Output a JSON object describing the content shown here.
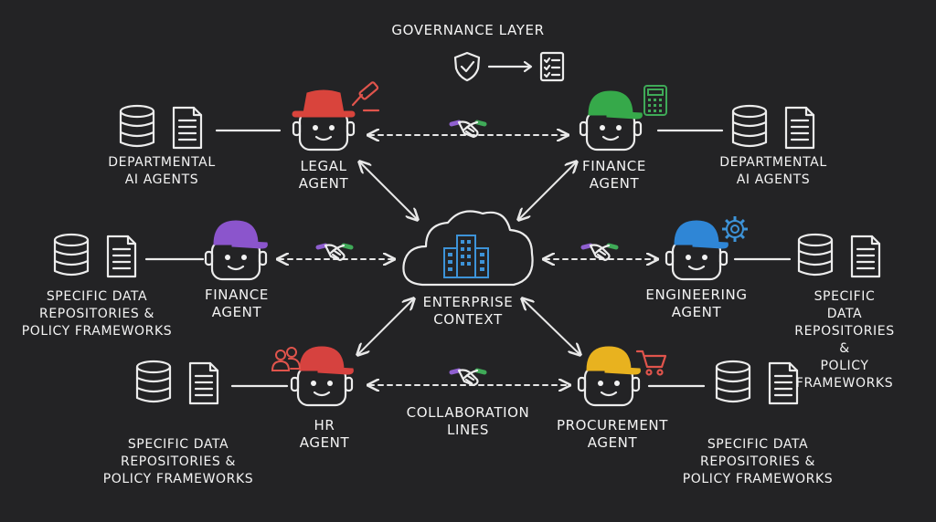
{
  "governance": {
    "title": "GOVERNANCE LAYER"
  },
  "center": {
    "label": "ENTERPRISE\nCONTEXT"
  },
  "collaboration": {
    "label": "COLLABORATION\nLINES"
  },
  "agents": [
    {
      "id": "legal",
      "label": "LEGAL\nAGENT",
      "hat_color": "#d9443c",
      "side_icon": "gavel-icon"
    },
    {
      "id": "finance-top",
      "label": "FINANCE\nAGENT",
      "hat_color": "#36a94a",
      "side_icon": "calculator-icon"
    },
    {
      "id": "finance-left",
      "label": "FINANCE\nAGENT",
      "hat_color": "#8b55cc",
      "side_icon": ""
    },
    {
      "id": "engineering",
      "label": "ENGINEERING\nAGENT",
      "hat_color": "#2f86d6",
      "side_icon": "gear-icon"
    },
    {
      "id": "hr",
      "label": "HR\nAGENT",
      "hat_color": "#d6423f",
      "side_icon": "people-icon"
    },
    {
      "id": "procurement",
      "label": "PROCUREMENT\nAGENT",
      "hat_color": "#e8b21f",
      "side_icon": "cart-icon"
    }
  ],
  "resource_groups": [
    {
      "id": "top-left",
      "label": "DEPARTMENTAL\nAI AGENTS"
    },
    {
      "id": "top-right",
      "label": "DEPARTMENTAL\nAI AGENTS"
    },
    {
      "id": "mid-left",
      "label": "SPECIFIC DATA\nREPOSITORIES &\nPOLICY FRAMEWORKS"
    },
    {
      "id": "mid-right",
      "label": "SPECIFIC DATA\nREPOSITORIES &\nPOLICY FRAMEWORKS"
    },
    {
      "id": "bottom-left",
      "label": "SPECIFIC DATA\nREPOSITORIES &\nPOLICY FRAMEWORKS"
    },
    {
      "id": "bottom-right",
      "label": "SPECIFIC DATA\nREPOSITORIES &\nPOLICY FRAMEWORKS"
    }
  ],
  "colors": {
    "background": "#232325",
    "building": "#3d93d8",
    "handshake_left": "#8f5fd0",
    "handshake_right": "#3faa58",
    "accent_red": "#e0544c"
  }
}
